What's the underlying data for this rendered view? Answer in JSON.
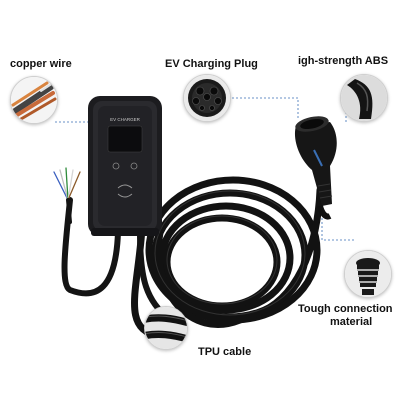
{
  "labels": {
    "copper_wire": "copper wire",
    "ev_plug": "EV Charging Plug",
    "abs": "igh-strength ABS",
    "tough_connection_line1": "Tough connection",
    "tough_connection_line2": "material",
    "tpu_cable": "TPU cable"
  },
  "charger": {
    "screen_text": "EV CHARGER"
  },
  "colors": {
    "charger_body": "#2a2a2e",
    "cable": "#121212",
    "copper": "#c86a3a",
    "dashed_line": "#3a6fb5"
  }
}
